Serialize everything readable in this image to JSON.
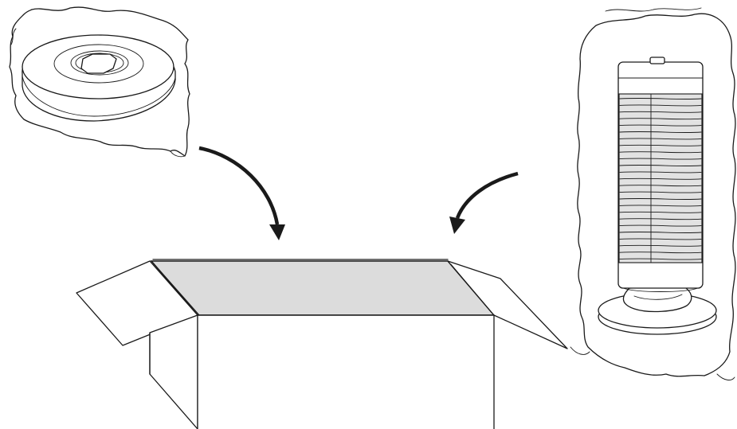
{
  "diagram": {
    "description_free": true,
    "colors": {
      "line": "#1a1a1a",
      "box_opening": "#dcdcdc",
      "grille": "#e2e2e2",
      "background": "#ffffff"
    },
    "items": [
      "wrapped-base-disc",
      "wrapped-tower-heater",
      "open-cardboard-box"
    ],
    "arrows": [
      "arrow-disc-into-box",
      "arrow-heater-into-box"
    ]
  }
}
